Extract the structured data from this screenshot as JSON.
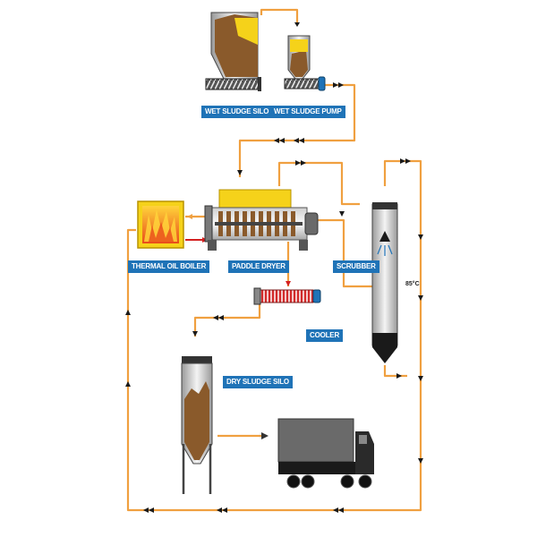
{
  "labels": {
    "wet_sludge_silo": "WET SLUDGE SILO",
    "wet_sludge_pump": "WET SLUDGE PUMP",
    "thermal_oil_boiler": "THERMAL OIL BOILER",
    "paddle_dryer": "PADDLE DRYER",
    "scrubber": "SCRUBBER",
    "cooler": "COOLER",
    "dry_sludge_silo": "DRY SLUDGE SILO",
    "temperature": "85°C"
  },
  "colors": {
    "pipe": "#f0a040",
    "label_bg": "#1f73b7",
    "sludge": "#8a5a2b",
    "yellow": "#f5d21a",
    "dark": "#2a2a2a"
  }
}
